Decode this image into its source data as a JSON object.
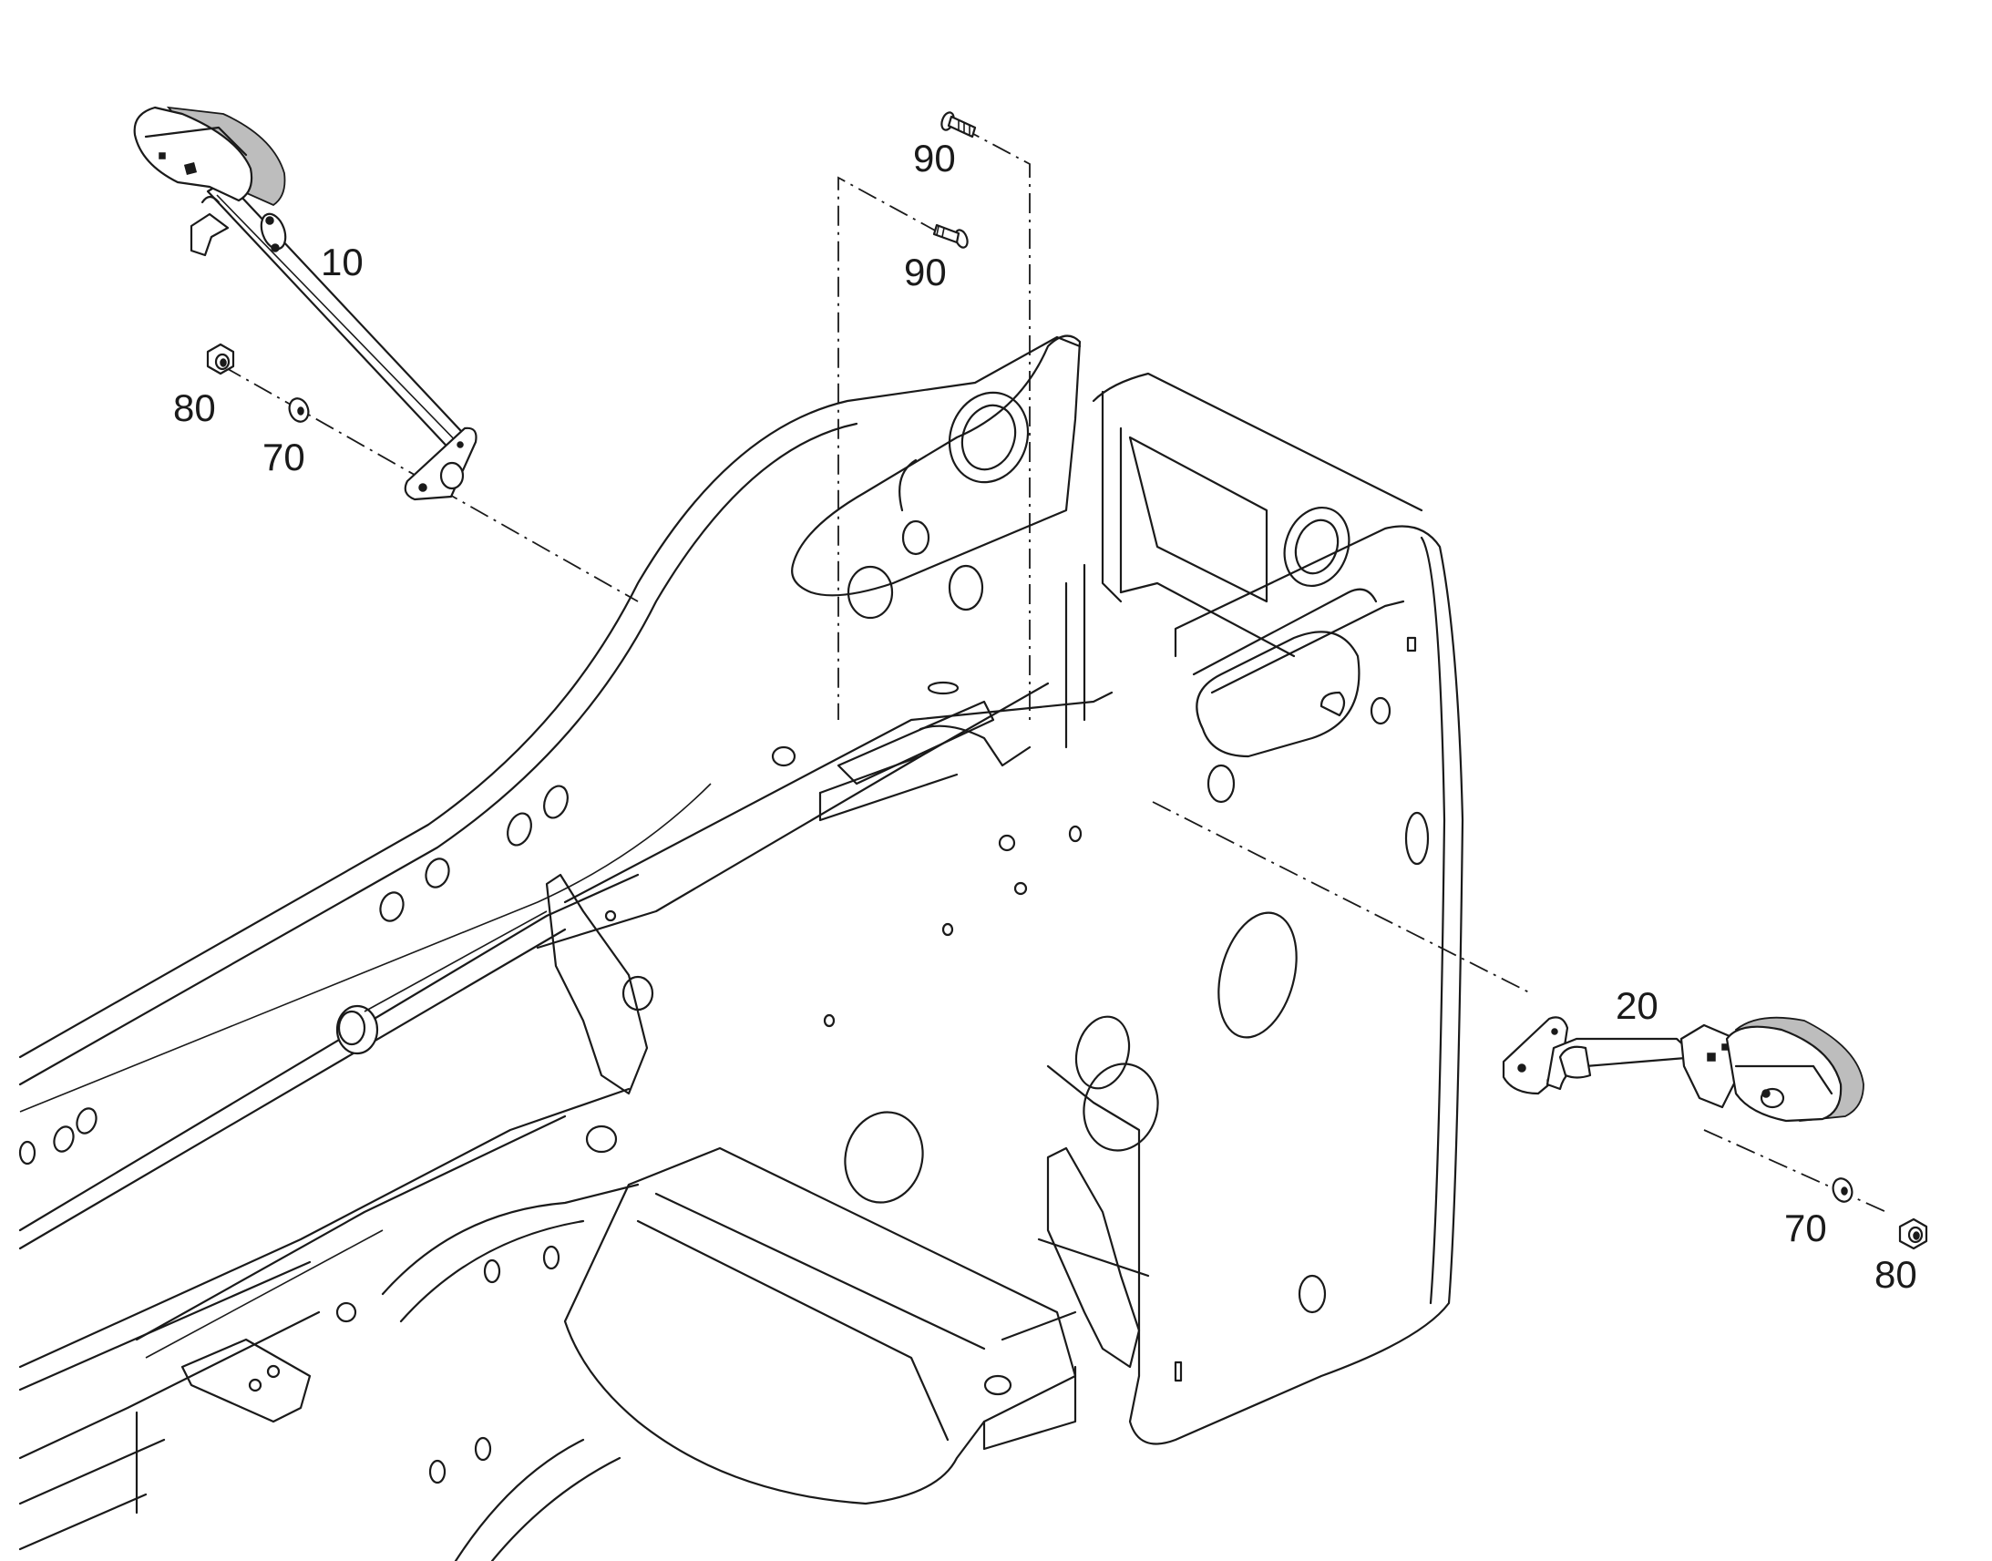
{
  "callouts": {
    "c10": "10",
    "c20": "20",
    "c70_left": "70",
    "c80_left": "80",
    "c90_top": "90",
    "c90_mid": "90",
    "c70_right": "70",
    "c80_right": "80"
  }
}
